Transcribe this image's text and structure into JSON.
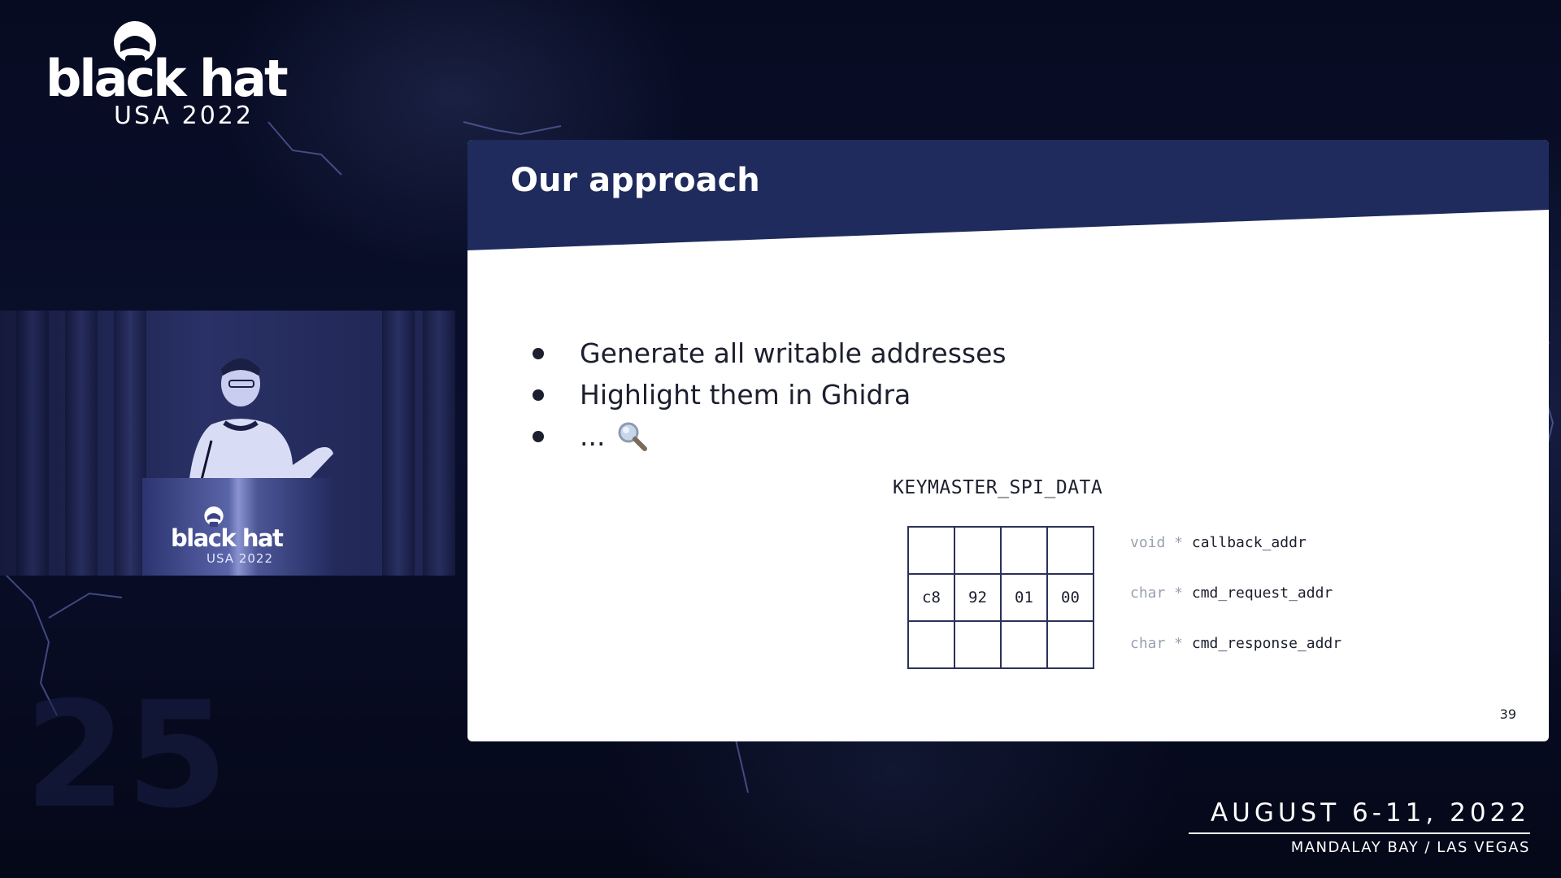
{
  "logo": {
    "wordmark": "black hat",
    "subtitle": "USA 2022"
  },
  "speaker_video": {
    "podium_wordmark": "black hat",
    "podium_subtitle": "USA 2022"
  },
  "background_number": "25",
  "slide": {
    "title": "Our approach",
    "bullets": [
      {
        "text": "Generate all writable addresses"
      },
      {
        "text": "Highlight them in Ghidra"
      },
      {
        "text": "...",
        "icon": "magnifier-icon"
      }
    ],
    "struct_title": "KEYMASTER_SPI_DATA",
    "memory_rows": [
      [
        "",
        "",
        "",
        ""
      ],
      [
        "c8",
        "92",
        "01",
        "00"
      ],
      [
        "",
        "",
        "",
        ""
      ]
    ],
    "fields": [
      {
        "type": "void *",
        "name": "callback_addr"
      },
      {
        "type": "char *",
        "name": "cmd_request_addr"
      },
      {
        "type": "char *",
        "name": "cmd_response_addr"
      }
    ],
    "page_number": "39"
  },
  "event": {
    "date": "AUGUST 6-11, 2022",
    "venue": "MANDALAY BAY / LAS VEGAS"
  },
  "colors": {
    "header_navy": "#1e2b5c",
    "background": "#060a1f",
    "text_dark": "#1c1f2e",
    "type_gray": "#9aa0b2"
  }
}
